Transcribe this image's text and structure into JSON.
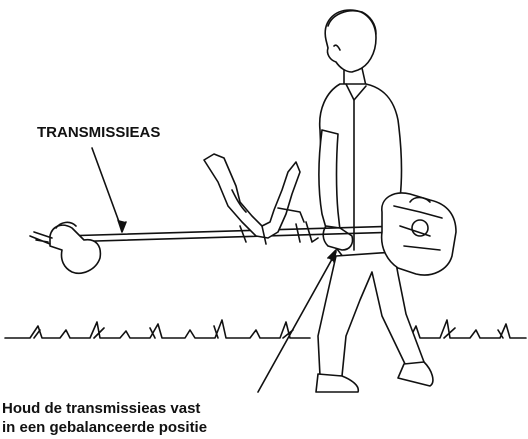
{
  "labels": {
    "shaft": "TRANSMISSIEAS",
    "instruction_line1": "Houd de transmissieas vast",
    "instruction_line2": "in een gebalanceerde positie"
  }
}
